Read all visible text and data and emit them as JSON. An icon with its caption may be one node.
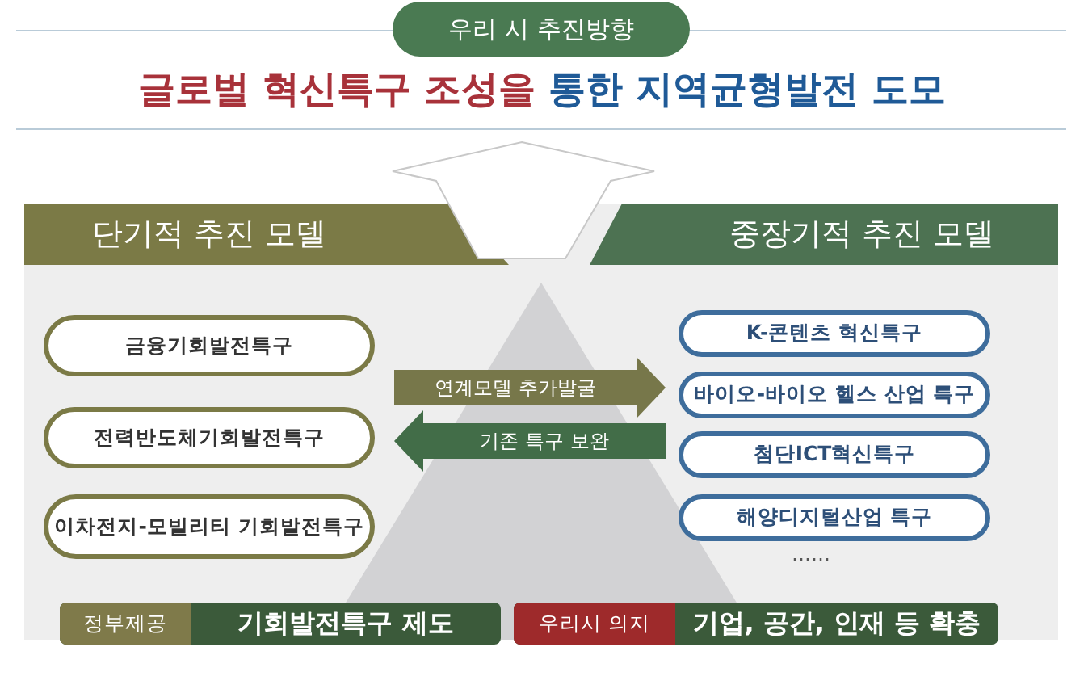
{
  "diagram": {
    "title": "글로벌 혁신특구 조성을 통한 지역균형발전 도모",
    "nodes": [
      {
        "text": [
          "우리 시 추진방향"
        ]
      },
      {
        "text": [
          "단기적 추진 모델"
        ]
      },
      {
        "text": [
          "**금융**기회발전특구"
        ],
        "in": 1
      },
      {
        "text": [
          "**전력반도체**기회발전특구"
        ],
        "in": 1
      },
      {
        "text": [
          "**이차전지-모빌리티** 기회발전특구"
        ],
        "in": 1
      },
      {
        "text": [
          "중장기적 추진 모델"
        ]
      },
      {
        "text": [
          "K-콘텐츠 혁신특구"
        ],
        "in": 5
      },
      {
        "text": [
          "바이오-바이오 헬스 산업 특구"
        ],
        "in": 5
      },
      {
        "text": [
          "첨단ICT혁신특구"
        ],
        "in": 5
      },
      {
        "text": [
          "해양디지털산업 특구"
        ],
        "in": 5
      },
      {
        "text": [
          "정부제공",
          "기회발전특구 제도"
        ]
      },
      {
        "text": [
          "우리시 의지",
          "기업, 공간, 인재 등 확충"
        ]
      }
    ],
    "edges": [
      {
        "from": 1,
        "to": 5,
        "arrow": "to",
        "label": "연계모델 추가발굴",
        "color": "#77774a"
      },
      {
        "from": 5,
        "to": 1,
        "arrow": "to",
        "label": "기존 특구 보완",
        "color": "#426d48"
      }
    ],
    "labels": [
      "……"
    ]
  }
}
